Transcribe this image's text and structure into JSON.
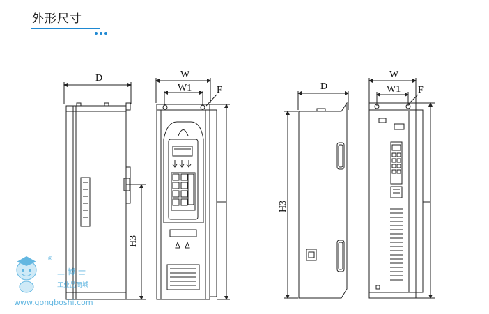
{
  "header": {
    "title": "外形尺寸"
  },
  "colors": {
    "accent": "#1e88d2",
    "line": "#222222",
    "watermark": "#2f9fd8"
  },
  "left_drawing": {
    "side_view": {
      "depth_label": "D",
      "height_label": "H3"
    },
    "front_view": {
      "width_label": "W",
      "mount_width_label": "W1",
      "hole_label": "F"
    }
  },
  "right_drawing": {
    "side_view": {
      "depth_label": "D",
      "height_label": "H3"
    },
    "front_view": {
      "width_label": "W",
      "mount_width_label": "W1",
      "hole_label": "F"
    }
  },
  "watermark": {
    "name": "工博士",
    "subtitle": "工业品商城",
    "url": "www.gongboshi.com",
    "registered": "®"
  }
}
